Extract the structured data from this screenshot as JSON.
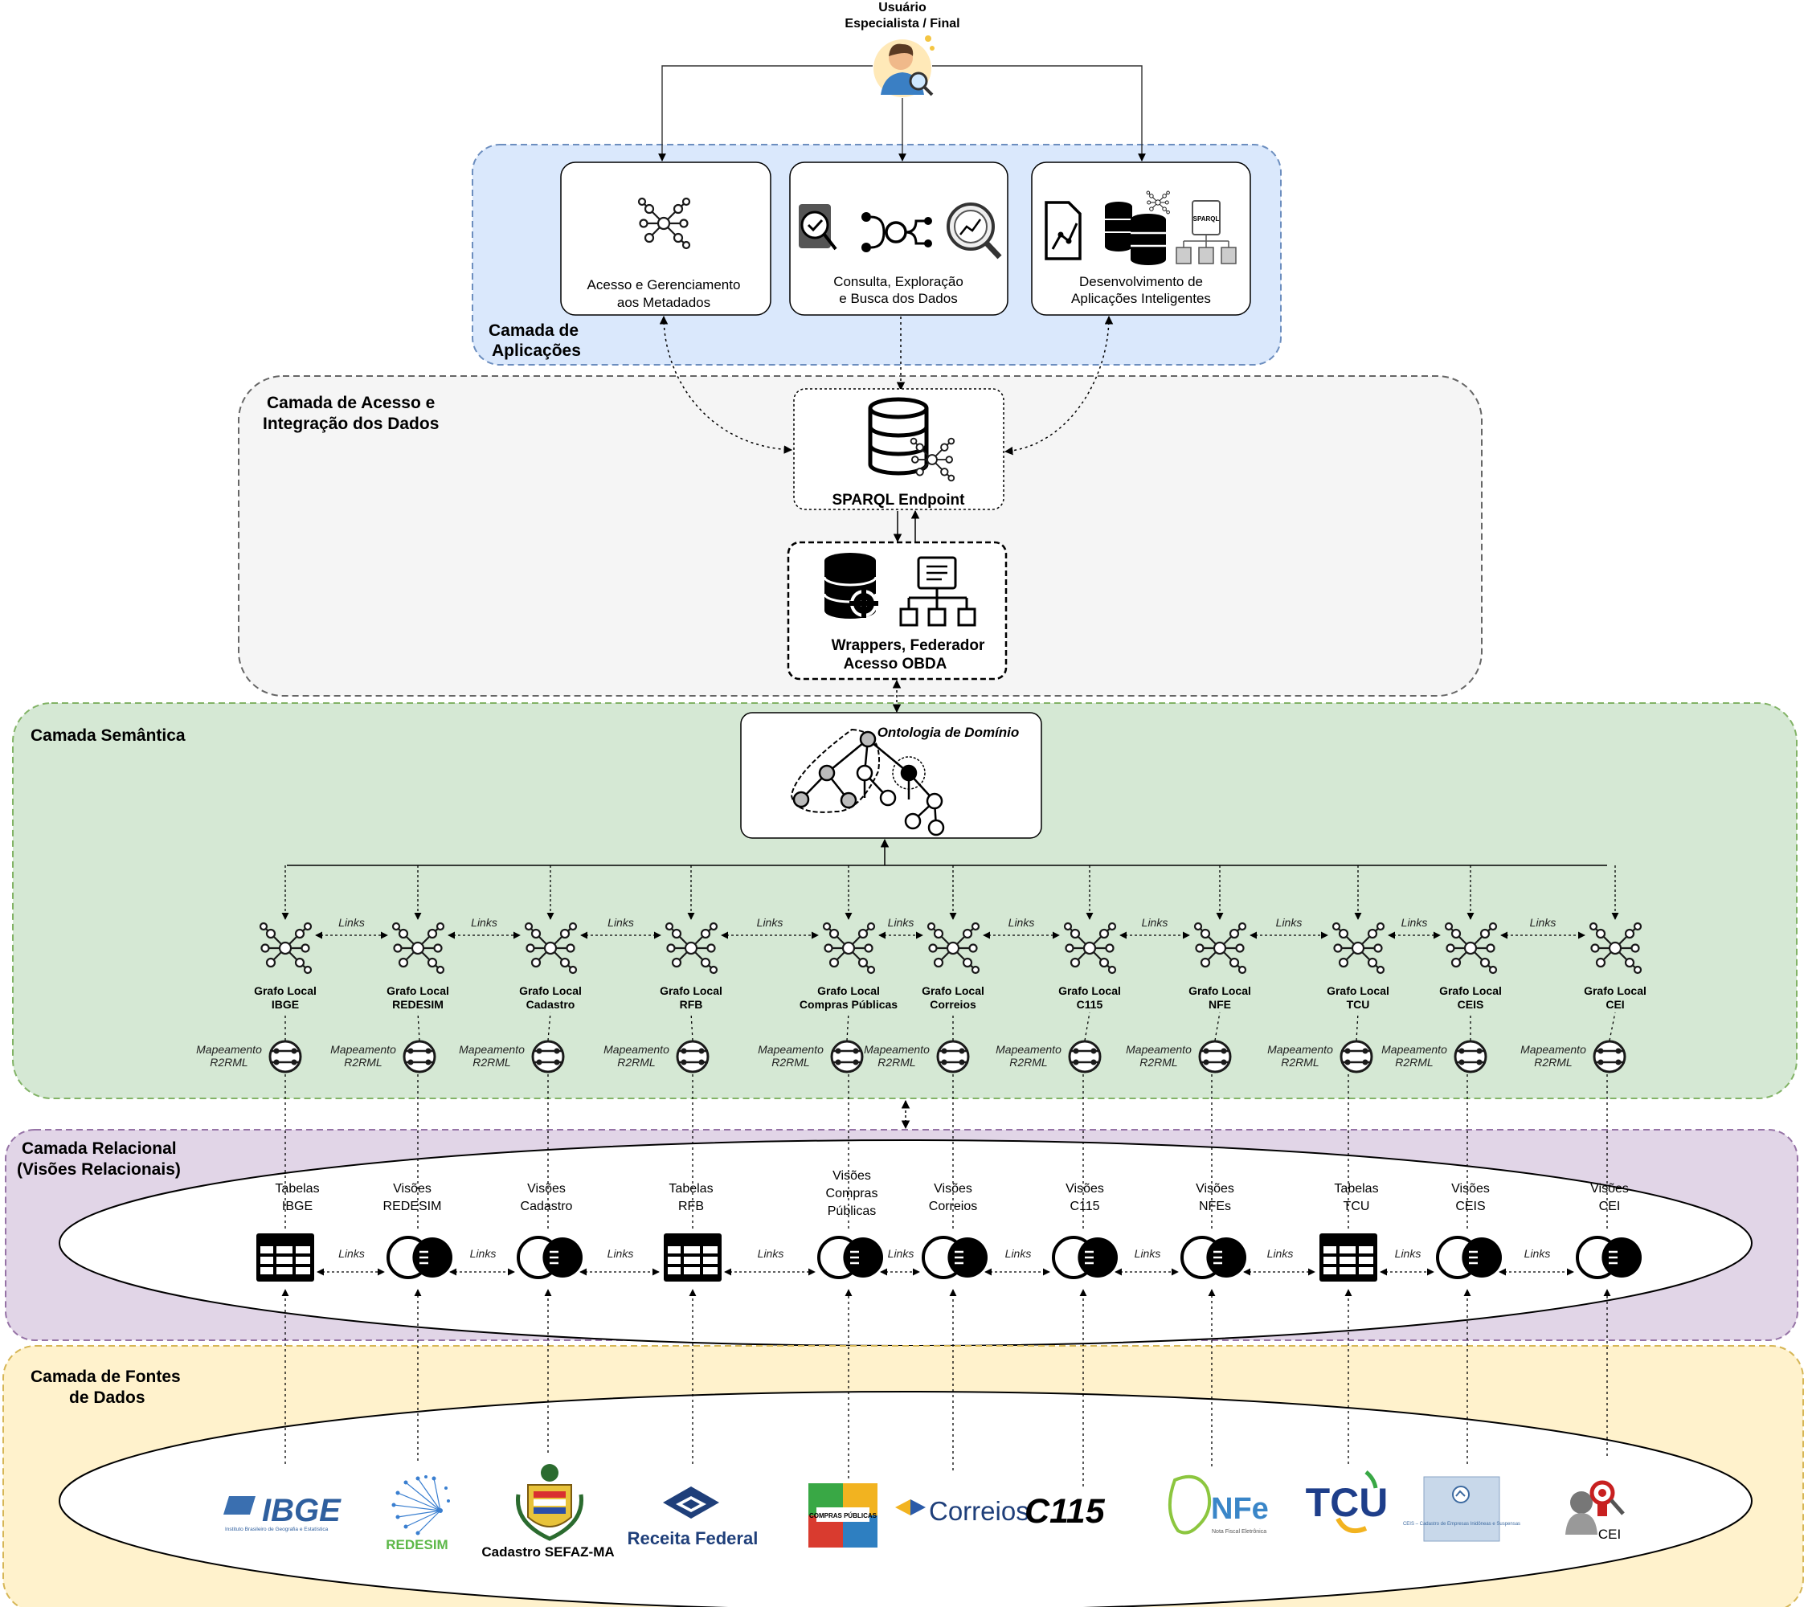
{
  "user": {
    "line1": "Usuário",
    "line2": "Especialista / Final"
  },
  "layers": {
    "apps_l1": "Camada de",
    "apps_l2": "Aplicações",
    "access_l1": "Camada de Acesso e",
    "access_l2": "Integração dos Dados",
    "semantic": "Camada Semântica",
    "relational_l1": "Camada Relacional",
    "relational_l2": "(Visões Relacionais)",
    "sources_l1": "Camada de Fontes",
    "sources_l2": "de Dados"
  },
  "apps": [
    {
      "l1": "Acesso e Gerenciamento",
      "l2": "aos Metadados"
    },
    {
      "l1": "Consulta, Exploração",
      "l2": "e Busca dos Dados"
    },
    {
      "l1": "Desenvolvimento de",
      "l2": "Aplicações Inteligentes"
    }
  ],
  "sparql_badge": "SPARQL",
  "sparql": "SPARQL Endpoint",
  "wrappers": {
    "l1": "Wrappers, Federador",
    "l2": "Acesso OBDA"
  },
  "ontology": "Ontologia de Domínio",
  "links_label": "Links",
  "map_l1": "Mapeamento",
  "map_l2": "R2RML",
  "graphs": [
    {
      "l1": "Grafo Local",
      "l2": "IBGE"
    },
    {
      "l1": "Grafo Local",
      "l2": "REDESIM"
    },
    {
      "l1": "Grafo Local",
      "l2": "Cadastro"
    },
    {
      "l1": "Grafo Local",
      "l2": "RFB"
    },
    {
      "l1": "Grafo Local",
      "l2": "Compras Públicas"
    },
    {
      "l1": "Grafo Local",
      "l2": "Correios"
    },
    {
      "l1": "Grafo Local",
      "l2": "C115"
    },
    {
      "l1": "Grafo Local",
      "l2": "NFE"
    },
    {
      "l1": "Grafo Local",
      "l2": "TCU"
    },
    {
      "l1": "Grafo Local",
      "l2": "CEIS"
    },
    {
      "l1": "Grafo Local",
      "l2": "CEI"
    }
  ],
  "relational": [
    {
      "l1": "Tabelas",
      "l2": "IBGE",
      "l3": ""
    },
    {
      "l1": "Visões",
      "l2": "REDESIM",
      "l3": ""
    },
    {
      "l1": "Visões",
      "l2": "Cadastro",
      "l3": ""
    },
    {
      "l1": "Tabelas",
      "l2": "RFB",
      "l3": ""
    },
    {
      "l1": "Visões",
      "l2": "Compras",
      "l3": "Públicas"
    },
    {
      "l1": "Visões",
      "l2": "Correios",
      "l3": ""
    },
    {
      "l1": "Visões",
      "l2": "C115",
      "l3": ""
    },
    {
      "l1": "Visões",
      "l2": "NFEs",
      "l3": ""
    },
    {
      "l1": "Tabelas",
      "l2": "TCU",
      "l3": ""
    },
    {
      "l1": "Visões",
      "l2": "CEIS",
      "l3": ""
    },
    {
      "l1": "Visões",
      "l2": "CEI",
      "l3": ""
    }
  ],
  "sources": {
    "ibge": "IBGE",
    "ibge_sub": "Instituto Brasileiro de Geografia e Estatística",
    "redesim": "REDESIM",
    "sefaz": "Cadastro SEFAZ-MA",
    "receita": "Receita Federal",
    "compras": "COMPRAS PÚBLICAS",
    "correios": "Correios",
    "c115": "C115",
    "nfe": "NFe",
    "nfe_sub": "Nota Fiscal Eletrônica",
    "tcu": "TCU",
    "ceis": "CEIS – Cadastro de Empresas Inidôneas e Suspensas",
    "cei": "CEI"
  },
  "colors": {
    "apps_bg": "#dae8fc",
    "apps_border": "#6c8ebf",
    "access_bg": "#f5f5f5",
    "access_border": "#666666",
    "semantic_bg": "#d5e8d4",
    "semantic_border": "#82b366",
    "relational_bg": "#e1d5e7",
    "relational_border": "#9673a6",
    "sources_bg": "#fff2cc",
    "sources_border": "#d6b656"
  }
}
